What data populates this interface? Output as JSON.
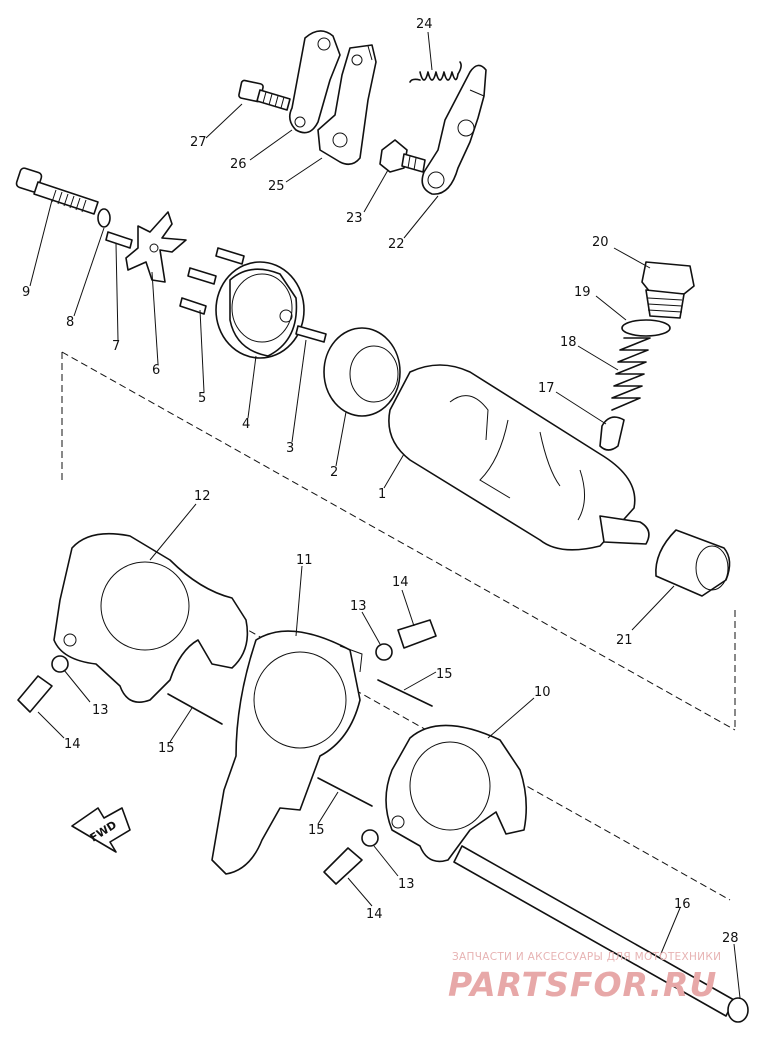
{
  "diagram": {
    "part_numbers": [
      "1",
      "2",
      "3",
      "4",
      "5",
      "6",
      "7",
      "8",
      "9",
      "10",
      "11",
      "12",
      "13",
      "13",
      "13",
      "14",
      "14",
      "14",
      "15",
      "15",
      "15",
      "16",
      "17",
      "18",
      "19",
      "20",
      "21",
      "22",
      "23",
      "24",
      "25",
      "26",
      "27",
      "28"
    ],
    "direction_label": "FWD"
  },
  "watermark": {
    "tagline": "ЗАПЧАСТИ И АКСЕССУАРЫ ДЛЯ МОТОТЕХНИКИ",
    "logo": "PARTSFOR.RU"
  }
}
